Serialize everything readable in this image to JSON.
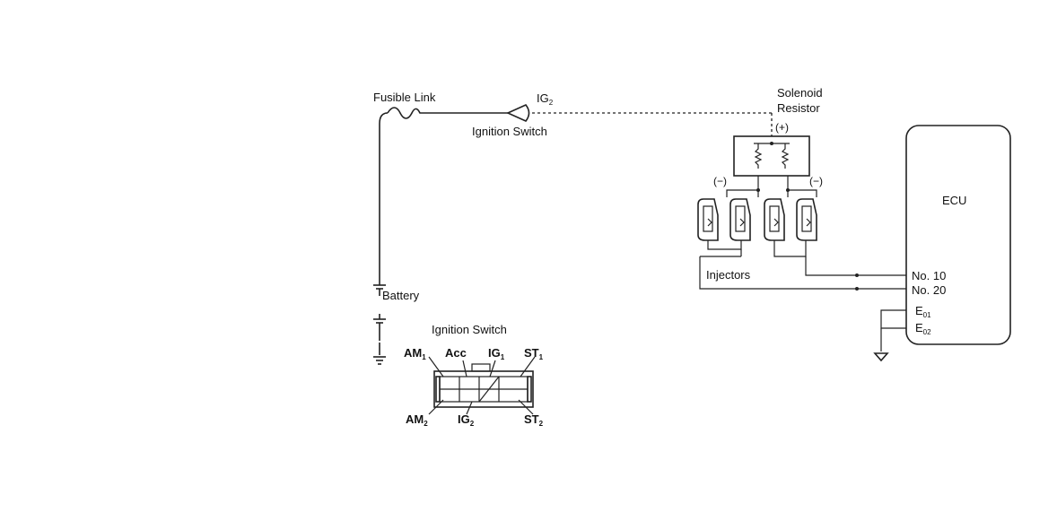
{
  "labels": {
    "fusible_link": "Fusible Link",
    "ig2_top": "IG",
    "ig2_top_sub": "2",
    "ignition_switch_top": "Ignition Switch",
    "solenoid": "Solenoid",
    "resistor": "Resistor",
    "plus": "(+)",
    "minus_left": "(−)",
    "minus_right": "(−)",
    "ecu": "ECU",
    "injectors": "Injectors",
    "no10": "No. 10",
    "no20": "No. 20",
    "e01": "E",
    "e01_sub": "01",
    "e02": "E",
    "e02_sub": "02",
    "battery": "Battery",
    "ignition_switch_bottom": "Ignition Switch"
  },
  "switch_terminals": {
    "am1": "AM",
    "am1_sub": "1",
    "acc": "Acc",
    "ig1": "IG",
    "ig1_sub": "1",
    "st1": "ST",
    "st1_sub": "1",
    "am2": "AM",
    "am2_sub": "2",
    "ig2": "IG",
    "ig2_sub": "2",
    "st2": "ST",
    "st2_sub": "2"
  }
}
